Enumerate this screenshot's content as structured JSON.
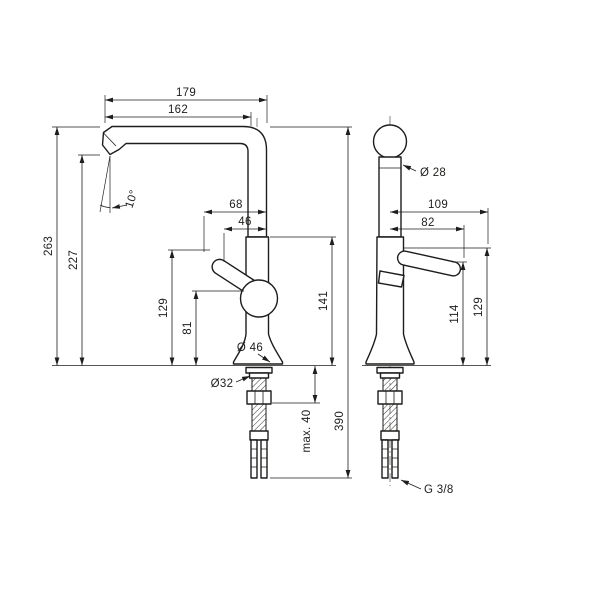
{
  "drawing": {
    "ink": "#1d1d1b",
    "left_view": {
      "reach_total": "179",
      "reach_outlet": "162",
      "height_total": "263",
      "height_outlet": "227",
      "spray_angle": "10°",
      "dim_68": "68",
      "dim_46": "46",
      "dim_129": "129",
      "dim_81": "81",
      "dim_141": "141",
      "base_diameter": "Ø 46",
      "shank_diameter": "Ø32",
      "max_clamp": "max. 40",
      "overall_height": "390"
    },
    "right_view": {
      "spout_diameter": "Ø 28",
      "dim_109": "109",
      "dim_82": "82",
      "dim_114": "114",
      "dim_129": "129",
      "thread": "G 3/8"
    }
  }
}
